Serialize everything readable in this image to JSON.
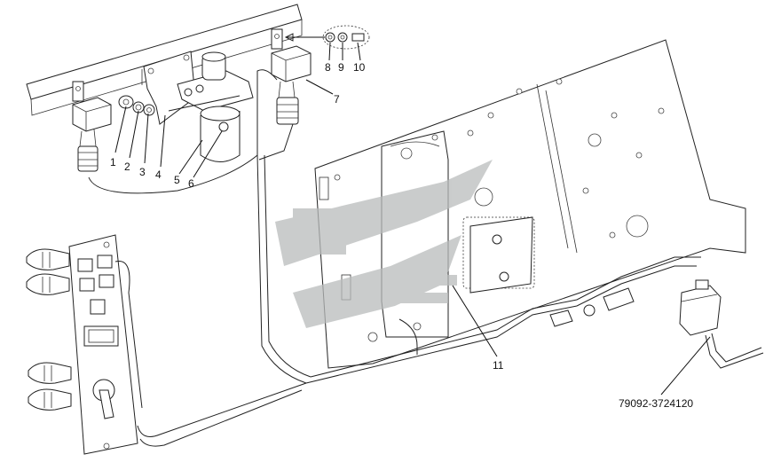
{
  "diagram": {
    "callouts": [
      "1",
      "2",
      "3",
      "4",
      "5",
      "6",
      "7",
      "8",
      "9",
      "10",
      "11"
    ],
    "part_number": "79092-3724120",
    "watermark_color": "#b9bcbc"
  }
}
